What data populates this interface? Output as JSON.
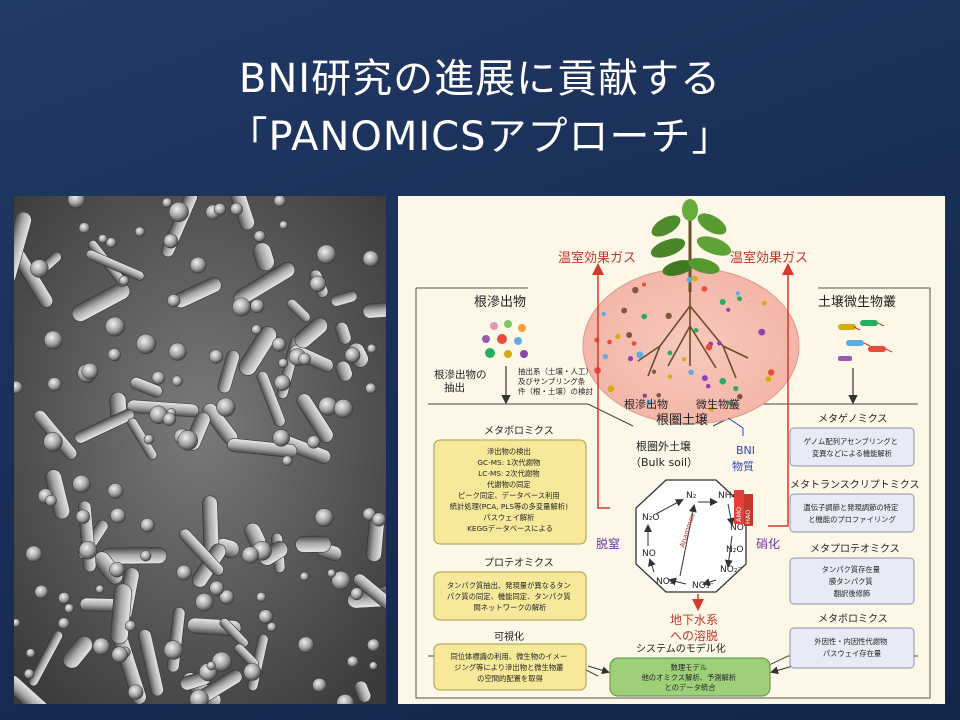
{
  "title": {
    "line1": "BNI研究の進展に貢献する",
    "line2": "「PANOMICSアプローチ」"
  },
  "diagram": {
    "ghg_left": "温室効果ガス",
    "ghg_right": "温室効果ガス",
    "root_exudates": "根滲出物",
    "soil_microbiome": "土壌微生物叢",
    "exudate_extraction": "根滲出物の\n抽出",
    "extraction_note": "抽出系（土壌・人工）\n及びサンプリング条\n件（根・土壌）の検討",
    "rhizo_root_exudates": "根滲出物",
    "rhizo_microbes": "微生物叢",
    "rhizosphere_soil": "根圏土壌",
    "bulk_soil_label": "根圏外土壌\n（Bulk soil）",
    "bni_substance": "BNI\n物質",
    "denitrification": "脱窒",
    "nitrification": "硝化",
    "groundwater": "地下水系\nへの溶脱",
    "cycle": {
      "n2o_left": "N₂O",
      "n2": "N₂",
      "nh4": "NH₄⁺",
      "n2o_right": "N₂O",
      "no_left": "NO",
      "no_right": "NO",
      "no2_left": "NO₂⁻",
      "no3": "NO₃⁻",
      "no2_right": "NO₂⁻",
      "anammox": "Anammox",
      "amo": "AMO",
      "hao": "HAO"
    },
    "metabolomics_left": {
      "title": "メタボロミクス",
      "lines": [
        "滲出物の検出",
        "GC-MS:  1次代謝物",
        "LC-MS:  2次代謝物",
        "代謝物の同定",
        "ピーク同定、データベース利用",
        "統計処理(PCA, PLS等の多変量解析)",
        "パスウェイ解析",
        "KEGGデータベースによる"
      ]
    },
    "proteomics": {
      "title": "プロテオミクス",
      "lines": [
        "タンパク質抽出、発現量が異なるタン",
        "パク質の同定、機能同定、タンパク質",
        "間ネットワークの解析"
      ]
    },
    "visualization": {
      "title": "可視化",
      "lines": [
        "同位体標識の利用、微生物のイメー",
        "ジング等により滲出物と微生物叢",
        "の空間的配置を取得"
      ]
    },
    "modeling": {
      "title": "システムのモデル化",
      "lines": [
        "数理モデル",
        "他のオミクス解析、予測解析",
        "とのデータ統合"
      ]
    },
    "metagenomics": {
      "title": "メタゲノミクス",
      "lines": [
        "ゲノム配列アセンブリングと",
        "変異などによる機能解析"
      ]
    },
    "metatranscriptomics": {
      "title": "メタトランスクリプトミクス",
      "lines": [
        "遺伝子調節と発現調節の特定",
        "と機能のプロファイリング"
      ]
    },
    "metaproteomics": {
      "title": "メタプロテオミクス",
      "lines": [
        "タンパク質存在量",
        "膜タンパク質",
        "翻訳後修飾"
      ]
    },
    "metabolomics_right": {
      "title": "メタボロミクス",
      "lines": [
        "外因性・内因性代謝物",
        "パスウェイ存在量"
      ]
    }
  },
  "colors": {
    "background": "#1a2f57",
    "figure_bg": "#fdf7e8",
    "red_label": "#c0392b",
    "purple_label": "#6a3aa0",
    "blue_label": "#2a48b8",
    "yellow_box": "#f6ea9a",
    "gray_box": "#e6ebf5",
    "green_box": "#9ed07a"
  }
}
